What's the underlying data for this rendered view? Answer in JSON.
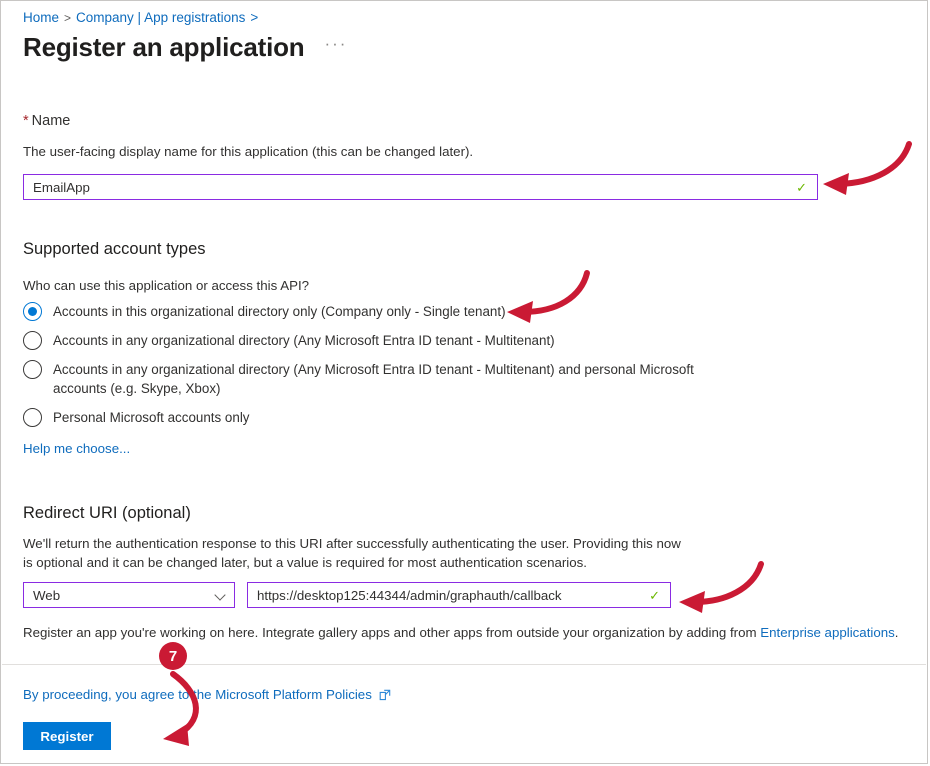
{
  "breadcrumb": {
    "home": "Home",
    "separator": ">",
    "company": "Company | App registrations",
    "trailing": ">"
  },
  "header": {
    "title": "Register an application",
    "more_label": "···"
  },
  "name_section": {
    "required_mark": "*",
    "label": "Name",
    "description": "The user-facing display name for this application (this can be changed later).",
    "value": "EmailApp",
    "placeholder": "",
    "valid_icon": "✓"
  },
  "account_types": {
    "heading": "Supported account types",
    "question": "Who can use this application or access this API?",
    "options": [
      {
        "label": "Accounts in this organizational directory only (Company only - Single tenant)",
        "selected": true
      },
      {
        "label": "Accounts in any organizational directory (Any Microsoft Entra ID tenant - Multitenant)",
        "selected": false
      },
      {
        "label": "Accounts in any organizational directory (Any Microsoft Entra ID tenant - Multitenant) and personal Microsoft accounts (e.g. Skype, Xbox)",
        "selected": false
      },
      {
        "label": "Personal Microsoft accounts only",
        "selected": false
      }
    ],
    "help_link": "Help me choose..."
  },
  "redirect_uri": {
    "heading": "Redirect URI (optional)",
    "description": "We'll return the authentication response to this URI after successfully authenticating the user. Providing this now is optional and it can be changed later, but a value is required for most authentication scenarios.",
    "platform_value": "Web",
    "uri_value": "https://desktop125:44344/admin/graphauth/callback",
    "valid_icon": "✓"
  },
  "note": {
    "text_before": "Register an app you're working on here. Integrate gallery apps and other apps from outside your organization by adding from ",
    "link": "Enterprise applications",
    "text_after": "."
  },
  "footer": {
    "policy_text": "By proceeding, you agree to the Microsoft Platform Policies",
    "external_icon": "external-link",
    "register_label": "Register"
  },
  "annotations": {
    "step_badge": "7",
    "accent_color": "#ca1a34"
  }
}
